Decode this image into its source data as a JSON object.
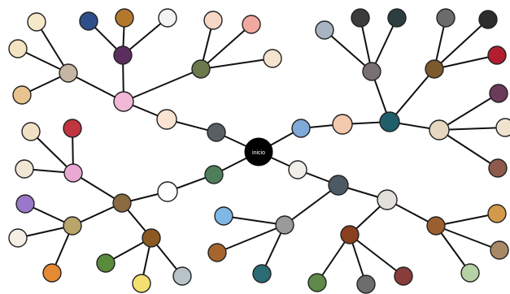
{
  "root": {
    "label": "inicio",
    "fill": "#000000",
    "text_color": "#ffffff"
  },
  "palette": {
    "edge": "#111111",
    "node_border": "#222222",
    "pink_hub": "#f2b8d8",
    "note_fill": "#fbe3d3",
    "teal_hub": "#1f5f6b",
    "tan_hub": "#e6d7c1",
    "slate_hub": "#4e5a63",
    "gray_hub": "#9a9a9a",
    "white_note": "#ffffff"
  },
  "branches": [
    {
      "id": "left-upper",
      "hubs": [
        "photo-dark-gray",
        "note-peach",
        "note-pink",
        "photo-girl",
        "photo-bike"
      ],
      "leaves": [
        "clipart-notes",
        "clipart-pencils",
        "clipart-kids",
        "photo-sunset",
        "photo-phone",
        "photo-horse",
        "clipart-faces",
        "clipart-boy"
      ]
    },
    {
      "id": "left-lower",
      "hubs": [
        "photo-forest",
        "note-white",
        "photo-people",
        "photo-dog",
        "photo-horse2"
      ],
      "leaves": [
        "clipart-bear",
        "clipart-heart",
        "clipart-dog",
        "clipart-cartoon",
        "clipart-kid",
        "clipart-man",
        "photo-leaf",
        "clipart-hand",
        "photo-bottle"
      ]
    },
    {
      "id": "right-upper",
      "hubs": [
        "clipart-baby",
        "note-peach2",
        "hub-teal",
        "photo-sad",
        "photo-cup",
        "hub-tan"
      ],
      "leaves": [
        "clipart-screen",
        "photo-bw1",
        "photo-bw2",
        "photo-road",
        "photo-night",
        "photo-red",
        "photo-pink",
        "clipart-bike",
        "photo-earth"
      ]
    },
    {
      "id": "right-lower",
      "hubs": [
        "clipart-stick",
        "hub-slate",
        "hub-gray",
        "note-gray",
        "photo-tree",
        "photo-sky"
      ],
      "leaves": [
        "clipart-runner",
        "photo-desert",
        "photo-turtle",
        "photo-globe",
        "photo-hands",
        "photo-flower",
        "clipart-lake",
        "photo-beach",
        "photo-field"
      ]
    }
  ]
}
